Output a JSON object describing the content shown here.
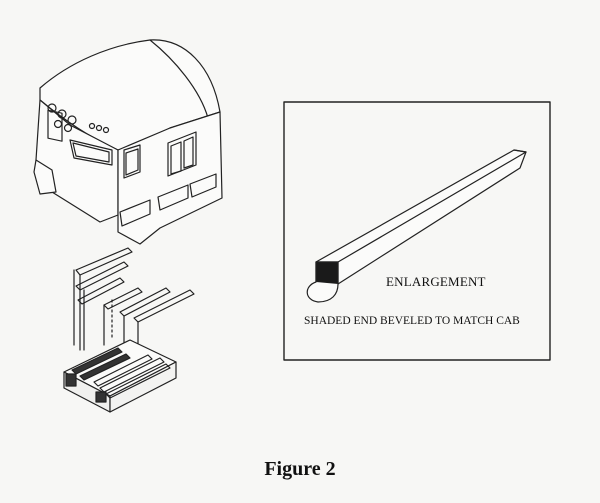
{
  "figure": {
    "caption": "Figure 2",
    "inset": {
      "title": "ENLARGEMENT",
      "note": "SHADED END BEVELED TO MATCH CAB"
    }
  }
}
